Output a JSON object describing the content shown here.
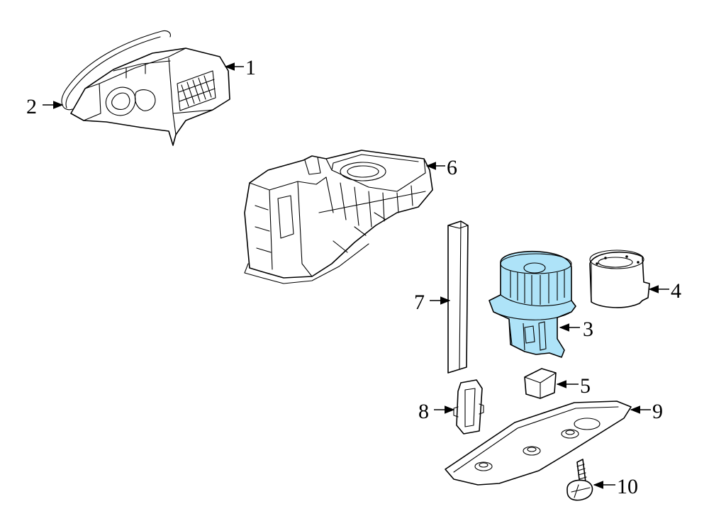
{
  "highlight_color": "#aee3f8",
  "callouts": [
    {
      "id": "1",
      "label": "1"
    },
    {
      "id": "2",
      "label": "2"
    },
    {
      "id": "3",
      "label": "3"
    },
    {
      "id": "4",
      "label": "4"
    },
    {
      "id": "5",
      "label": "5"
    },
    {
      "id": "6",
      "label": "6"
    },
    {
      "id": "7",
      "label": "7"
    },
    {
      "id": "8",
      "label": "8"
    },
    {
      "id": "9",
      "label": "9"
    },
    {
      "id": "10",
      "label": "10"
    }
  ]
}
